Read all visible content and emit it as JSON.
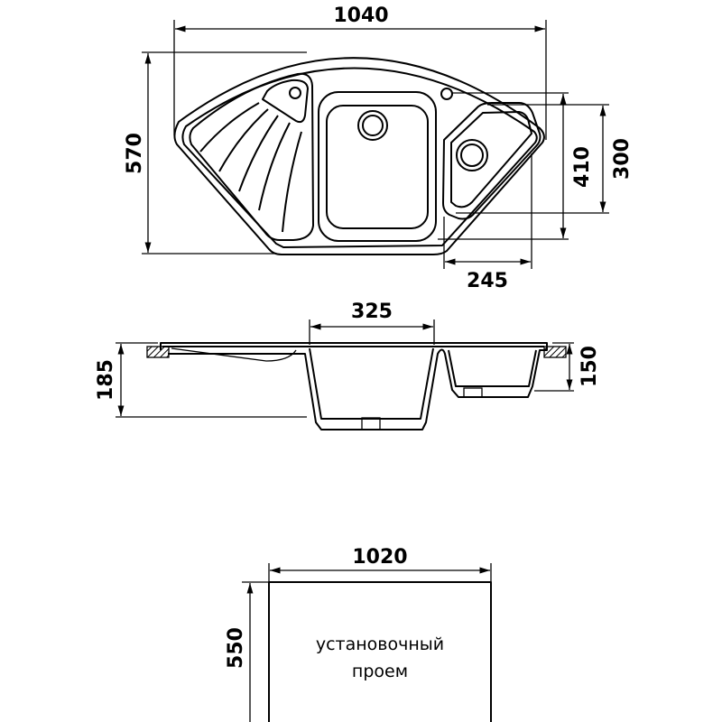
{
  "top_view": {
    "dim_width": "1040",
    "dim_depth": "570",
    "dim_bowl_depth": "410",
    "dim_small_bowl_depth": "300",
    "dim_small_bowl_width": "245"
  },
  "side_view": {
    "dim_bowl_width": "325",
    "dim_total_height": "185",
    "dim_small_bowl_height": "150"
  },
  "cutout": {
    "dim_width": "1020",
    "dim_height": "550",
    "label_line1": "установочный",
    "label_line2": "проем"
  }
}
